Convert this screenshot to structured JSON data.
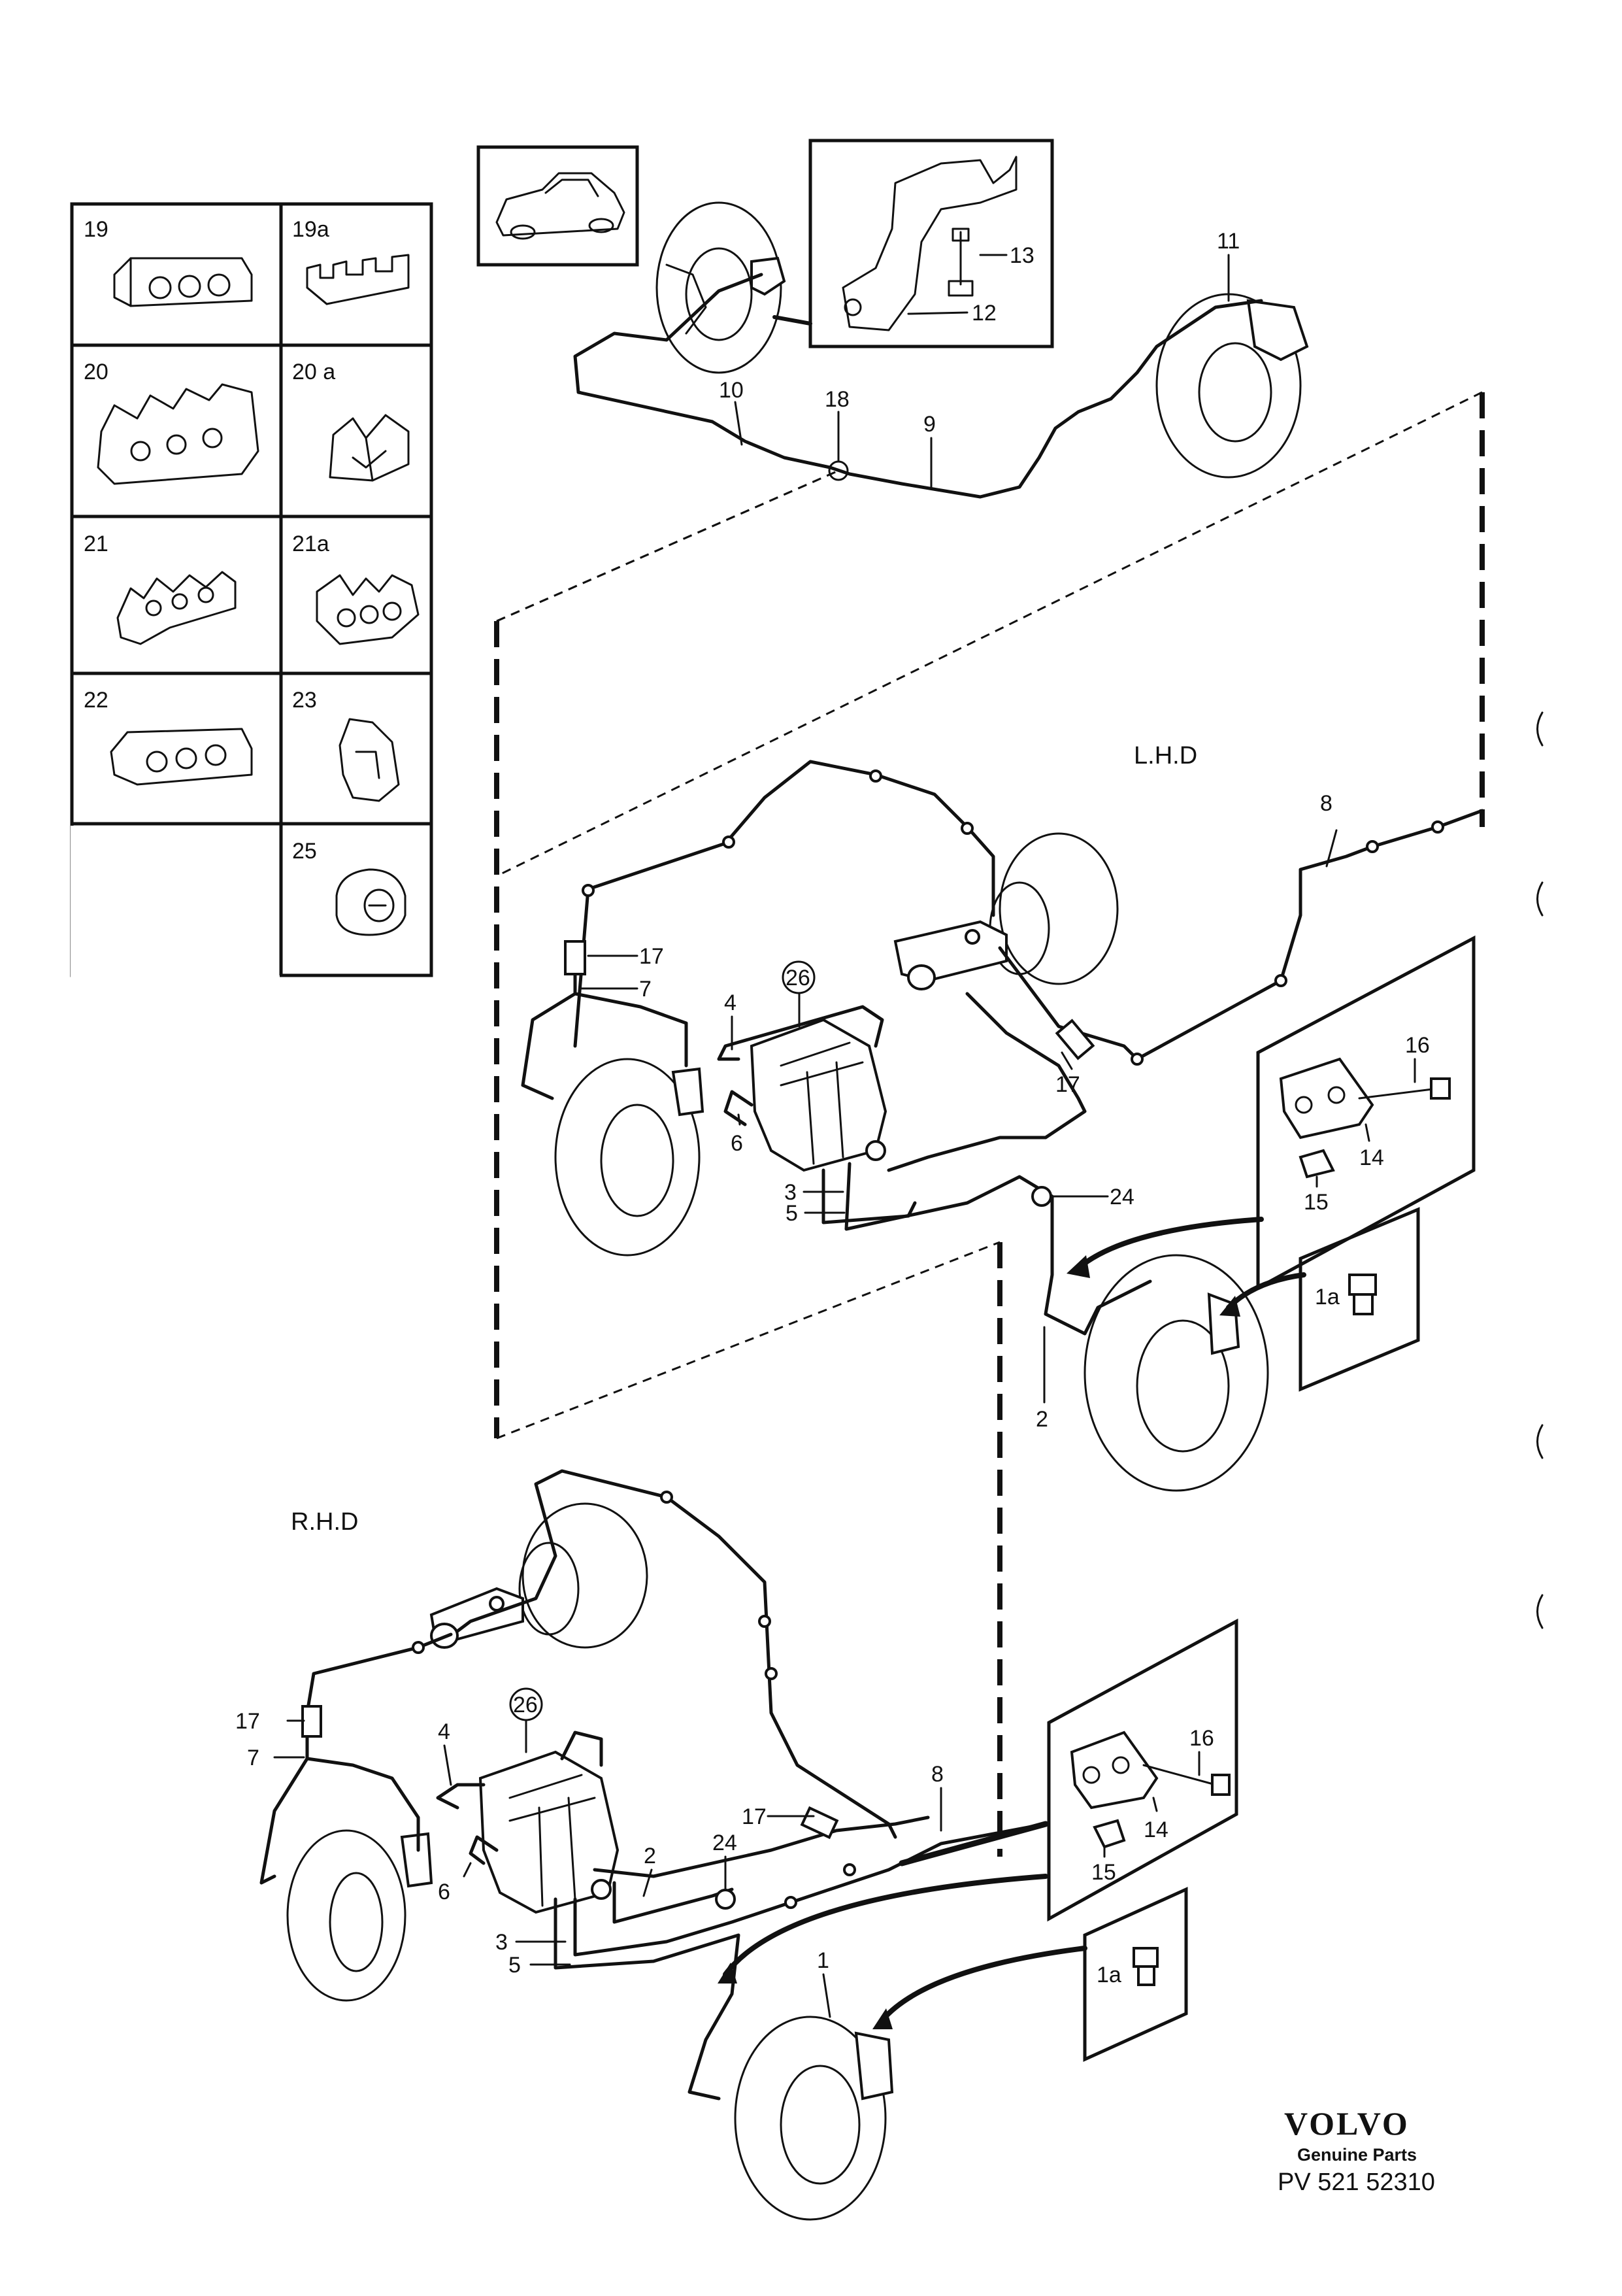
{
  "clip_grid": {
    "cells": [
      {
        "id": "19",
        "label": "19"
      },
      {
        "id": "19a",
        "label": "19a"
      },
      {
        "id": "20",
        "label": "20"
      },
      {
        "id": "20a",
        "label": "20 a"
      },
      {
        "id": "21",
        "label": "21"
      },
      {
        "id": "21a",
        "label": "21a"
      },
      {
        "id": "22",
        "label": "22"
      },
      {
        "id": "23",
        "label": "23"
      },
      {
        "id": "25",
        "label": "25"
      }
    ]
  },
  "callouts": {
    "rear": {
      "c13": "13",
      "c12": "12",
      "c11": "11",
      "c10": "10",
      "c18": "18",
      "c9": "9"
    },
    "lhd": {
      "title": "L.H.D",
      "c8": "8",
      "c17a": "17",
      "c7": "7",
      "c26": "26",
      "c4": "4",
      "c6": "6",
      "c3": "3",
      "c5": "5",
      "c17b": "17",
      "c24": "24",
      "c2": "2",
      "c16": "16",
      "c14": "14",
      "c15": "15",
      "c1a": "1a"
    },
    "rhd": {
      "title": "R.H.D",
      "c17a": "17",
      "c7": "7",
      "c26": "26",
      "c4": "4",
      "c6": "6",
      "c3": "3",
      "c5": "5",
      "c2": "2",
      "c24": "24",
      "c17b": "17",
      "c8": "8",
      "c1": "1",
      "c16": "16",
      "c14": "14",
      "c15": "15",
      "c1a": "1a"
    }
  },
  "brand": {
    "name": "VOLVO",
    "subtitle": "Genuine Parts",
    "part_number": "PV 521 52310"
  }
}
